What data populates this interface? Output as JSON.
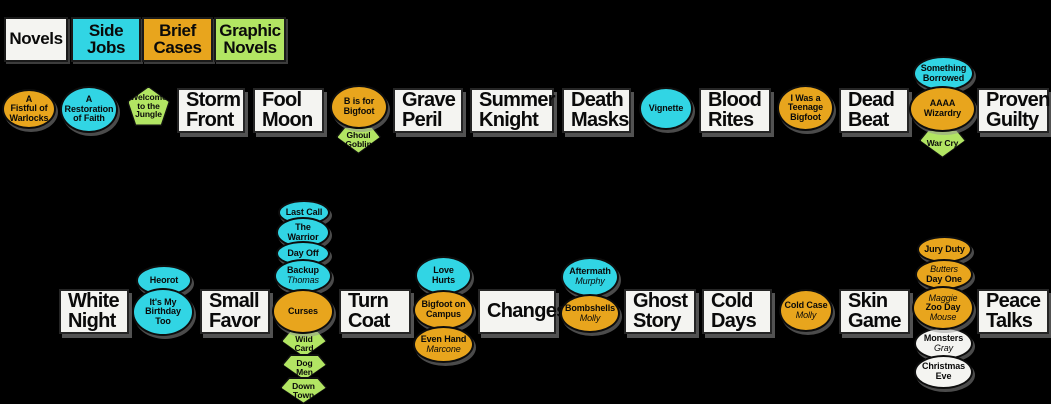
{
  "colors": {
    "novels": "#f4f4f1",
    "side_jobs": "#31d5e4",
    "brief_cases": "#e8a51d",
    "graphic_novels": "#b2e563"
  },
  "legend": {
    "novels": {
      "lines": [
        "Novels"
      ]
    },
    "side_jobs": {
      "lines": [
        "Side",
        "Jobs"
      ]
    },
    "brief_cases": {
      "lines": [
        "Brief",
        "Cases"
      ]
    },
    "graphic_novels": {
      "lines": [
        "Graphic",
        "Novels"
      ]
    }
  },
  "nodes": {
    "fistful_of_warlocks": {
      "lines": [
        "A",
        "Fistful of",
        "Warlocks"
      ]
    },
    "restoration_of_faith": {
      "lines": [
        "A",
        "Restoration",
        "of Faith"
      ]
    },
    "welcome_to_the_jungle": {
      "lines": [
        "Welcome",
        "to the",
        "Jungle"
      ]
    },
    "storm_front": {
      "lines": [
        "Storm",
        "Front"
      ]
    },
    "fool_moon": {
      "lines": [
        "Fool",
        "Moon"
      ]
    },
    "b_is_for_bigfoot": {
      "lines": [
        "B is for",
        "Bigfoot"
      ]
    },
    "ghoul_goblin": {
      "lines": [
        "Ghoul",
        "Goblin"
      ]
    },
    "grave_peril": {
      "lines": [
        "Grave",
        "Peril"
      ]
    },
    "summer_knight": {
      "lines": [
        "Summer",
        "Knight"
      ]
    },
    "death_masks": {
      "lines": [
        "Death",
        "Masks"
      ]
    },
    "vignette": {
      "lines": [
        "Vignette"
      ]
    },
    "blood_rites": {
      "lines": [
        "Blood",
        "Rites"
      ]
    },
    "i_was_a_teenage_bigfoot": {
      "lines": [
        "I Was a",
        "Teenage",
        "Bigfoot"
      ]
    },
    "dead_beat": {
      "lines": [
        "Dead",
        "Beat"
      ]
    },
    "something_borrowed": {
      "lines": [
        "Something",
        "Borrowed"
      ]
    },
    "aaaa_wizardry": {
      "lines": [
        "AAAA",
        "Wizardry"
      ]
    },
    "war_cry": {
      "lines": [
        "War Cry"
      ]
    },
    "proven_guilty": {
      "lines": [
        "Proven",
        "Guilty"
      ]
    },
    "white_night": {
      "lines": [
        "White",
        "Night"
      ]
    },
    "heorot": {
      "lines": [
        "Heorot"
      ]
    },
    "its_my_birthday_too": {
      "lines": [
        "It's My",
        "Birthday",
        "Too"
      ]
    },
    "small_favor": {
      "lines": [
        "Small",
        "Favor"
      ]
    },
    "last_call": {
      "lines": [
        "Last Call"
      ]
    },
    "the_warrior": {
      "lines": [
        "The",
        "Warrior"
      ]
    },
    "day_off": {
      "lines": [
        "Day Off"
      ]
    },
    "backup": {
      "lines": [
        "Backup",
        "Thomas"
      ]
    },
    "curses": {
      "lines": [
        "Curses"
      ]
    },
    "wild_card": {
      "lines": [
        "Wild",
        "Card"
      ]
    },
    "dog_men": {
      "lines": [
        "Dog",
        "Men"
      ]
    },
    "down_town": {
      "lines": [
        "Down",
        "Town"
      ]
    },
    "turn_coat": {
      "lines": [
        "Turn",
        "Coat"
      ]
    },
    "love_hurts": {
      "lines": [
        "Love",
        "Hurts"
      ]
    },
    "bigfoot_on_campus": {
      "lines": [
        "Bigfoot on",
        "Campus"
      ]
    },
    "even_hand": {
      "lines": [
        "Even Hand",
        "Marcone"
      ]
    },
    "changes": {
      "lines": [
        "Changes"
      ]
    },
    "aftermath": {
      "lines": [
        "Aftermath",
        "Murphy"
      ]
    },
    "bombshells": {
      "lines": [
        "Bombshells",
        "Molly"
      ]
    },
    "ghost_story": {
      "lines": [
        "Ghost",
        "Story"
      ]
    },
    "cold_days": {
      "lines": [
        "Cold",
        "Days"
      ]
    },
    "cold_case": {
      "lines": [
        "Cold Case",
        "Molly"
      ]
    },
    "skin_game": {
      "lines": [
        "Skin",
        "Game"
      ]
    },
    "jury_duty": {
      "lines": [
        "Jury Duty"
      ]
    },
    "day_one": {
      "lines": [
        "Butters",
        "Day One"
      ]
    },
    "zoo_day": {
      "lines": [
        "Maggie",
        "Zoo Day",
        "Mouse"
      ]
    },
    "monsters": {
      "lines": [
        "Monsters",
        "Gray"
      ]
    },
    "christmas_eve": {
      "lines": [
        "Christmas",
        "Eve"
      ]
    },
    "peace_talks": {
      "lines": [
        "Peace",
        "Talks"
      ]
    }
  }
}
